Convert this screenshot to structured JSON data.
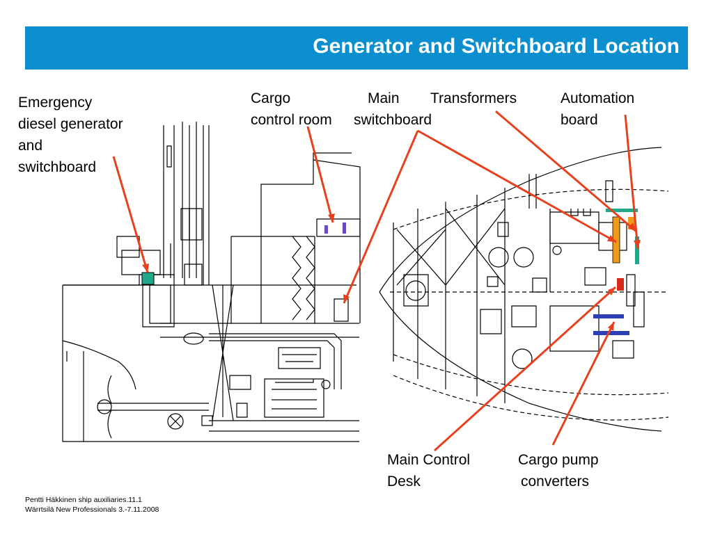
{
  "slide": {
    "title": "Generator and Switchboard Location",
    "accent_color": "#0b8fcf",
    "pointer_color": "#e8401c"
  },
  "labels": {
    "emergency_gen": [
      "Emergency",
      "diesel generator",
      "and",
      "switchboard"
    ],
    "cargo_control": [
      "Cargo",
      "control room"
    ],
    "main_switchboard": [
      "Main",
      "switchboard"
    ],
    "transformers": [
      "Transformers"
    ],
    "automation_board": [
      "Automation",
      "board"
    ],
    "main_control_desk": [
      "Main Control",
      "Desk"
    ],
    "cargo_pump_converters": [
      "Cargo pump",
      "converters"
    ]
  },
  "footer": {
    "line1": "Pentti Häkkinen ship auxiliaries.11.1",
    "line2": "Wärrtsilä New Professionals 3.-7.11.2008"
  }
}
